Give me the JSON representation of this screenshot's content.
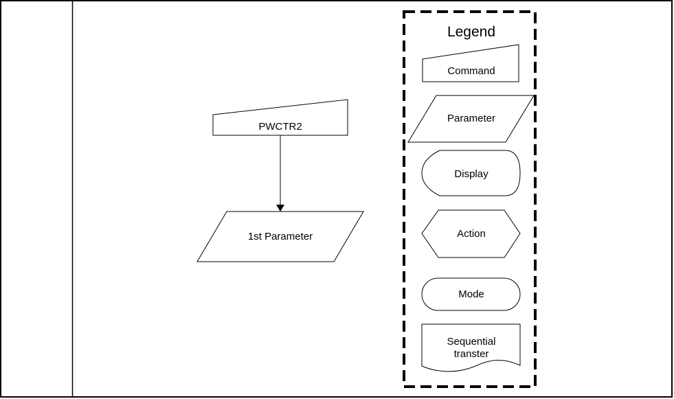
{
  "flow": {
    "command_label": "PWCTR2",
    "parameter_label": "1st Parameter"
  },
  "legend": {
    "title": "Legend",
    "items": {
      "command": "Command",
      "parameter": "Parameter",
      "display": "Display",
      "action": "Action",
      "mode": "Mode",
      "sequential_line1": "Sequential",
      "sequential_line2": "transter"
    }
  },
  "colors": {
    "line": "#000000",
    "background": "#ffffff"
  }
}
